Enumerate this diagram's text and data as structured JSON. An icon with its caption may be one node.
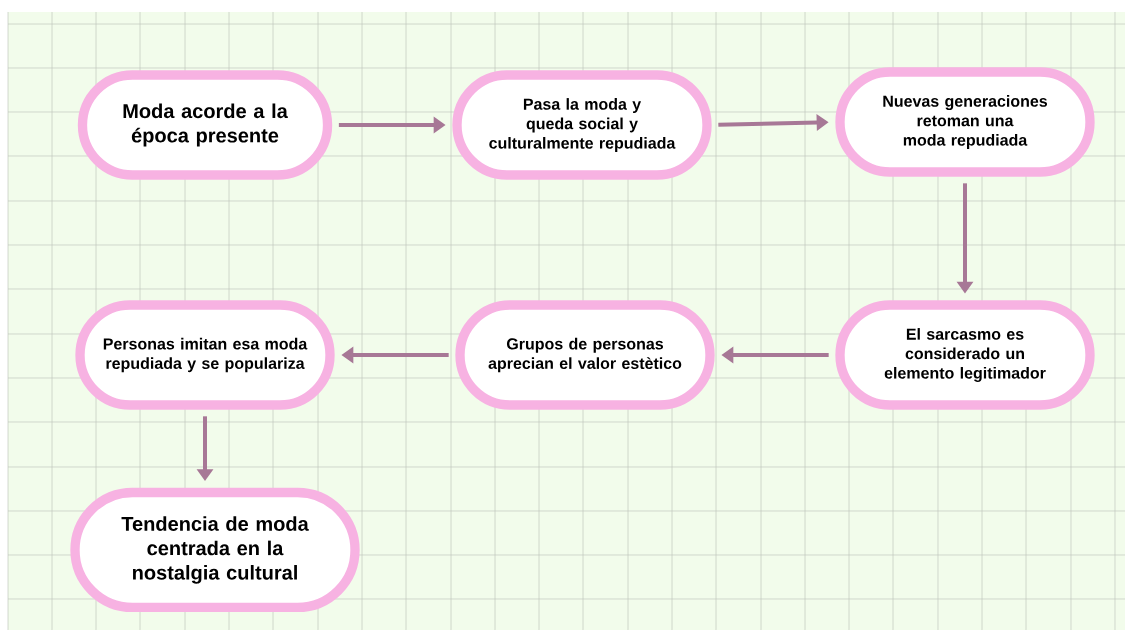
{
  "diagram": {
    "nodes": [
      {
        "text": [
          "Moda acorde a la época presente"
        ]
      },
      {
        "text": [
          "Pasa la moda y queda social y culturalmente repudiada"
        ]
      },
      {
        "text": [
          "Nuevas generaciones retoman una moda repudiada"
        ]
      },
      {
        "text": [
          "El sarcasmo es considerado un elemento legitimador"
        ]
      },
      {
        "text": [
          "Grupos de personas aprecian el valor estètico"
        ]
      },
      {
        "text": [
          "Personas imitan esa moda repudiada y se populariza"
        ]
      },
      {
        "text": [
          "Tendencia de moda centrada en la nostalgia cultural"
        ]
      }
    ],
    "edges": [
      {
        "from": 0,
        "to": 1,
        "arrow": "to"
      },
      {
        "from": 1,
        "to": 2,
        "arrow": "to"
      },
      {
        "from": 2,
        "to": 3,
        "arrow": "to"
      },
      {
        "from": 3,
        "to": 4,
        "arrow": "to"
      },
      {
        "from": 4,
        "to": 5,
        "arrow": "to"
      },
      {
        "from": 5,
        "to": 6,
        "arrow": "to"
      }
    ]
  }
}
